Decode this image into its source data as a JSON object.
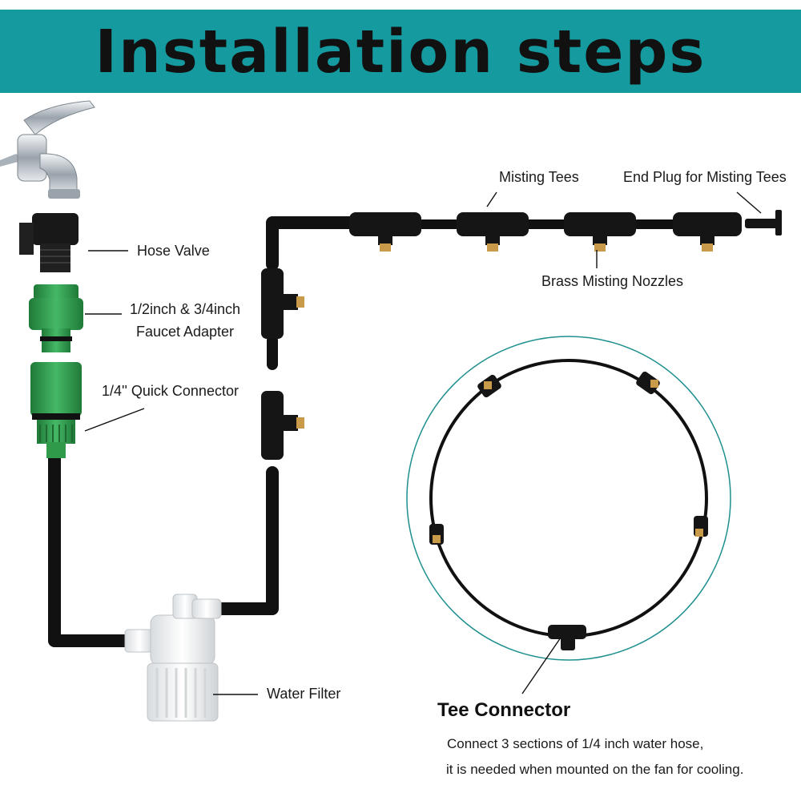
{
  "header": {
    "title": "Installation steps"
  },
  "labels": {
    "hose_valve": "Hose Valve",
    "faucet_adapter_line1": "1/2inch & 3/4inch",
    "faucet_adapter_line2": "Faucet Adapter",
    "quick_connector": "1/4'' Quick Connector",
    "water_filter": "Water Filter",
    "misting_tees": "Misting Tees",
    "end_plug": "End Plug for Misting Tees",
    "brass_nozzles": "Brass Misting Nozzles",
    "tee_connector": "Tee Connector",
    "tee_note_line1": "Connect 3 sections of 1/4 inch water hose,",
    "tee_note_line2": "it is needed when mounted on the fan for cooling."
  },
  "colors": {
    "banner": "#159aa0",
    "tubing": "#111111",
    "adapter_green": "#2e9a4a",
    "brass": "#c89a4a",
    "filter_white": "#f2f2f2",
    "circle_outline": "#1f8f8f"
  },
  "icons": [
    "faucet-icon",
    "hose-valve-icon",
    "faucet-adapter-icon",
    "quick-connector-icon",
    "water-filter-icon",
    "misting-tee-icon",
    "end-plug-icon",
    "tee-connector-icon"
  ]
}
